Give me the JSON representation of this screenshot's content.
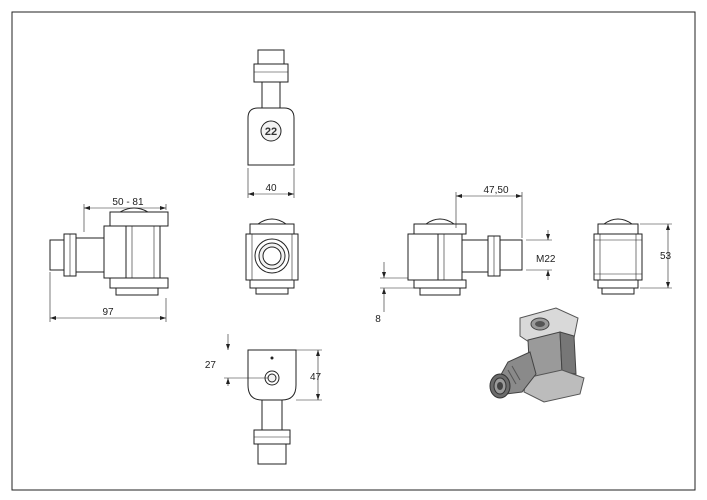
{
  "dimensions": {
    "top_width": "40",
    "left_width_range": "50 - 81",
    "left_total": "97",
    "right_offset": "47,50",
    "right_thread": "M22",
    "right_gap": "8",
    "far_right_height": "53",
    "bottom_inner": "27",
    "bottom_height": "47"
  },
  "badge_text": "22",
  "colors": {
    "line": "#222222",
    "fill_light": "#f2f2f2",
    "render_dark": "#555555",
    "render_mid": "#9a9a9a",
    "render_light": "#d9d9d9"
  }
}
